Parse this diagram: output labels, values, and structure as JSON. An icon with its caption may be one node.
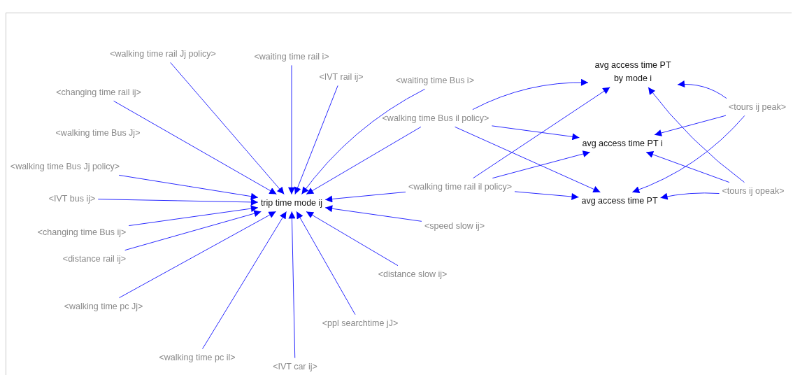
{
  "diagram": {
    "nodes": [
      {
        "text": [
          "<walking time rail Jj policy>"
        ]
      },
      {
        "text": [
          "<waiting time rail i>"
        ]
      },
      {
        "text": [
          "avg access time PT by mode i"
        ]
      },
      {
        "text": [
          "<IVT rail ij>"
        ]
      },
      {
        "text": [
          "<waiting time Bus i>"
        ]
      },
      {
        "text": [
          "<changing time rail ij>"
        ]
      },
      {
        "text": [
          "<walking time Bus il policy>"
        ]
      },
      {
        "text": [
          "<tours ij peak>"
        ]
      },
      {
        "text": [
          "avg access time PT i"
        ]
      },
      {
        "text": [
          "<walking time Bus Jj policy>"
        ]
      },
      {
        "text": [
          "<walking time rail il policy>"
        ]
      },
      {
        "text": [
          "<tours ij opeak>"
        ]
      },
      {
        "text": [
          "trip time mode ij"
        ]
      },
      {
        "text": [
          "<IVT bus ij>"
        ]
      },
      {
        "text": [
          "avg access time PT"
        ]
      },
      {
        "text": [
          "<speed slow ij>"
        ]
      },
      {
        "text": [
          "<changing time Bus ij>"
        ]
      },
      {
        "text": [
          "<distance rail ij>"
        ]
      },
      {
        "text": [
          "<distance slow ij>"
        ]
      },
      {
        "text": [
          "<walking time pc Jj>"
        ]
      },
      {
        "text": [
          "<ppl searchtime jJ>"
        ]
      },
      {
        "text": [
          "<walking time pc il>"
        ]
      },
      {
        "text": [
          "<IVT car ij>"
        ]
      }
    ],
    "edges": [
      {
        "from": 0,
        "to": 12,
        "arrow": "to"
      },
      {
        "from": 1,
        "to": 12,
        "arrow": "to"
      },
      {
        "from": 3,
        "to": 12,
        "arrow": "to"
      },
      {
        "from": 4,
        "to": 12,
        "arrow": "to"
      },
      {
        "from": 5,
        "to": 12,
        "arrow": "to"
      },
      {
        "from": 6,
        "to": 12,
        "arrow": "to"
      },
      {
        "from": 9,
        "to": 12,
        "arrow": "to"
      },
      {
        "from": 10,
        "to": 12,
        "arrow": "to"
      },
      {
        "from": 13,
        "to": 12,
        "arrow": "to"
      },
      {
        "from": 15,
        "to": 12,
        "arrow": "to"
      },
      {
        "from": 16,
        "to": 12,
        "arrow": "to"
      },
      {
        "from": 17,
        "to": 12,
        "arrow": "to"
      },
      {
        "from": 18,
        "to": 12,
        "arrow": "to"
      },
      {
        "from": 19,
        "to": 12,
        "arrow": "to"
      },
      {
        "from": 20,
        "to": 12,
        "arrow": "to"
      },
      {
        "from": 21,
        "to": 12,
        "arrow": "to"
      },
      {
        "from": 22,
        "to": 12,
        "arrow": "to"
      },
      {
        "from": 6,
        "to": 2,
        "arrow": "to"
      },
      {
        "from": 6,
        "to": 8,
        "arrow": "to"
      },
      {
        "from": 6,
        "to": 14,
        "arrow": "to"
      },
      {
        "from": 10,
        "to": 2,
        "arrow": "to"
      },
      {
        "from": 10,
        "to": 8,
        "arrow": "to"
      },
      {
        "from": 10,
        "to": 14,
        "arrow": "to"
      },
      {
        "from": 7,
        "to": 2,
        "arrow": "to"
      },
      {
        "from": 7,
        "to": 8,
        "arrow": "to"
      },
      {
        "from": 7,
        "to": 14,
        "arrow": "to"
      },
      {
        "from": 11,
        "to": 2,
        "arrow": "to"
      },
      {
        "from": 11,
        "to": 8,
        "arrow": "to"
      },
      {
        "from": 11,
        "to": 14,
        "arrow": "to"
      }
    ],
    "labels": [
      "<walking time Bus Jj>"
    ]
  }
}
